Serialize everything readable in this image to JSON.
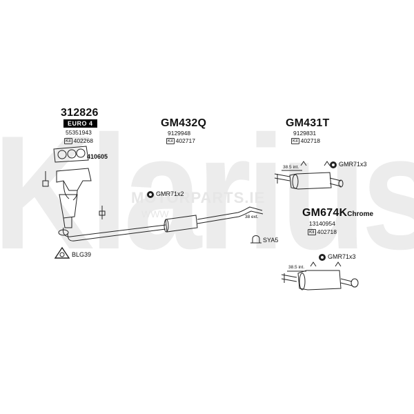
{
  "watermark": {
    "brand_letters": "Klarius",
    "site_text": "MOTORPARTS.IE",
    "site_sub": "WWW"
  },
  "catalyst": {
    "part_number": "312826",
    "emission_badge": "EURO 4",
    "oe_number": "55351943",
    "kit_tag": "Kit",
    "kit_number": "402268"
  },
  "gasket": {
    "part_number": "410605"
  },
  "flange_gasket": {
    "part_number": "BLG39"
  },
  "middle_silencer": {
    "part_number": "GM432Q",
    "oe_number": "9129948",
    "kit_tag": "Kit",
    "kit_number": "402717"
  },
  "middle_mount": {
    "part_number": "GMR71x2"
  },
  "rear_silencer_a": {
    "part_number": "GM431T",
    "oe_number": "9129831",
    "kit_tag": "Kit",
    "kit_number": "402718",
    "inlet_note": "38.5 int."
  },
  "rear_mount_a": {
    "part_number": "GMR71x3"
  },
  "rear_silencer_b": {
    "part_number": "GM674K",
    "finish": "Chrome",
    "oe_number": "13140954",
    "kit_tag": "Kit",
    "kit_number": "402718",
    "inlet_note": "38.5 int."
  },
  "rear_mount_b": {
    "part_number": "GMR71x3"
  },
  "clamp": {
    "part_number": "SYA5"
  },
  "pipe_end_note": "38 ext.",
  "colors": {
    "line": "#222222",
    "watermark": "#e8e8e8",
    "badge": "#000000"
  }
}
